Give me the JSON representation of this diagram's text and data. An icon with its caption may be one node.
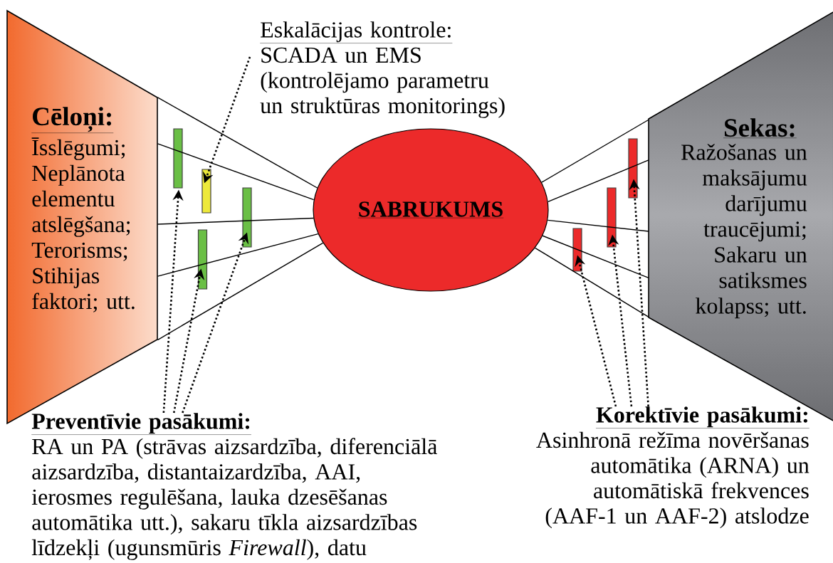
{
  "diagram": {
    "nodes": [
      {
        "text": [
          "Eskalācijas kontrole:",
          "SCADA un EMS (kontrolējamo parametru un struktūras monitorings)"
        ]
      },
      {
        "text": [
          "Cēloņi:",
          "Īsslēgumi; Neplānota elementu atslēgšana; Terorisms; Stihijas faktori; utt."
        ]
      },
      {
        "text": [
          "SABRUKUMS"
        ]
      },
      {
        "text": [
          "Sekas:",
          "Ražošanas un maksājumu darījumu traucējumi; Sakaru un satiksmes kolapss; utt."
        ]
      },
      {
        "text": [],
        "shape": "bar"
      },
      {
        "text": [],
        "shape": "bar"
      },
      {
        "text": [],
        "shape": "bar"
      },
      {
        "text": [],
        "shape": "bar"
      },
      {
        "text": [],
        "shape": "bar"
      },
      {
        "text": [],
        "shape": "bar"
      },
      {
        "text": [],
        "shape": "bar"
      },
      {
        "text": [
          "Preventīvie pasākumi:",
          "RA un PA (strāvas aizsardzība, diferenciālā aizsardzība, distantaizardzība, AAI, ierosmes regulēšana, lauka dzesēšanas automātika utt.), sakaru tīkla aizsardzības līdzekļi (ugunsmūris *Firewall*), datu"
        ]
      },
      {
        "text": [
          "Korektīvie pasākumi:",
          "Asinhronā režīma novēršanas automātika (ARNA) un automātiskā frekvences (AAF-1 un AAF-2) atslodze"
        ]
      }
    ],
    "edges": [
      {
        "from": 1,
        "to": 2,
        "arrow": "none"
      },
      {
        "from": 1,
        "to": 2,
        "arrow": "none"
      },
      {
        "from": 1,
        "to": 2,
        "arrow": "none"
      },
      {
        "from": 1,
        "to": 2,
        "arrow": "none"
      },
      {
        "from": 1,
        "to": 2,
        "arrow": "none"
      },
      {
        "from": 2,
        "to": 3,
        "arrow": "none"
      },
      {
        "from": 2,
        "to": 3,
        "arrow": "none"
      },
      {
        "from": 2,
        "to": 3,
        "arrow": "none"
      },
      {
        "from": 2,
        "to": 3,
        "arrow": "none"
      },
      {
        "from": 2,
        "to": 3,
        "arrow": "none"
      },
      {
        "from": 11,
        "to": 4,
        "arrow": "to",
        "style": "dashed"
      },
      {
        "from": 11,
        "to": 6,
        "arrow": "to",
        "style": "dashed"
      },
      {
        "from": 11,
        "to": 7,
        "arrow": "to",
        "style": "dashed"
      },
      {
        "from": 0,
        "to": 5,
        "arrow": "to",
        "style": "dashed"
      },
      {
        "from": 12,
        "to": 8,
        "arrow": "to",
        "style": "dashed"
      },
      {
        "from": 12,
        "to": 9,
        "arrow": "to",
        "style": "dashed"
      },
      {
        "from": 12,
        "to": 10,
        "arrow": "to",
        "style": "dashed"
      }
    ]
  }
}
